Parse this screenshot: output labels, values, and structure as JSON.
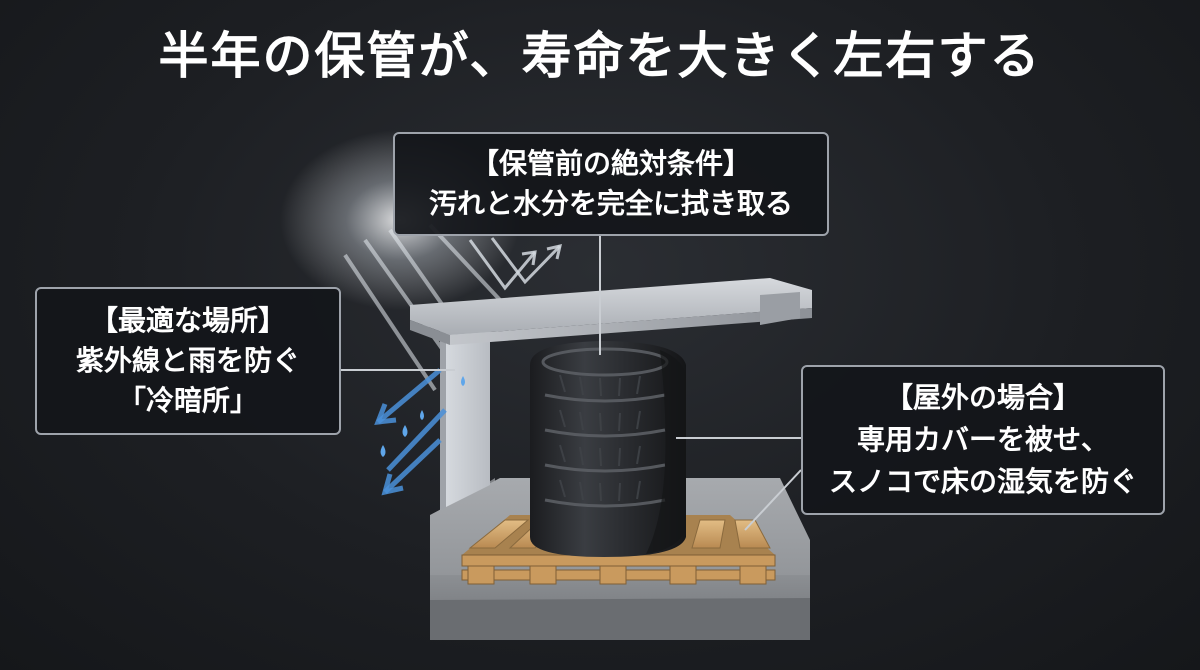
{
  "title": "半年の保管が、寿命を大きく左右する",
  "callouts": {
    "top": {
      "heading": "【保管前の絶対条件】",
      "body": "汚れと水分を完全に拭き取る"
    },
    "left": {
      "heading": "【最適な場所】",
      "body_line1": "紫外線と雨を防ぐ",
      "body_line2": "「冷暗所」"
    },
    "right": {
      "heading": "【屋外の場合】",
      "body_line1": "専用カバーを被せ、",
      "body_line2": "スノコで床の湿気を防ぐ"
    }
  },
  "colors": {
    "background": "#1d1f23",
    "text": "#ffffff",
    "callout_border": "#9ea3ab",
    "rain_blue": "#4a90d9",
    "pallet_wood": "#c9a06a",
    "tire_dark": "#2a2c30"
  }
}
